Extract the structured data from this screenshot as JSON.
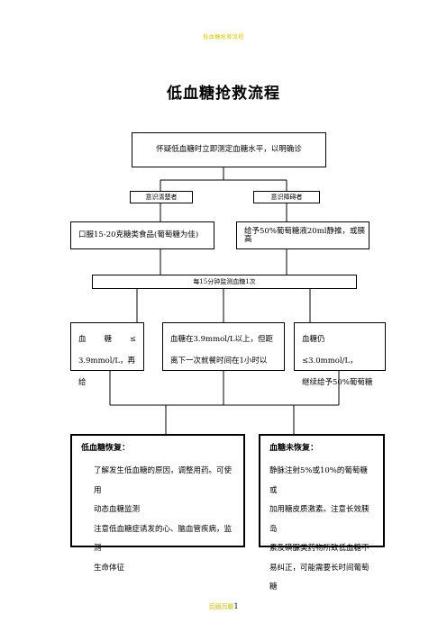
{
  "header_text": "低血糖抢救流程",
  "title": "低血糖抢救流程",
  "step_suspect": "怀疑低血糖时立即测定血糖水平，以明确诊",
  "branch_conscious": "意识清楚者",
  "branch_impaired": "意识障碍者",
  "treat_oral": "口服15-20克糖类食品(葡萄糖为佳)",
  "treat_iv": "给予50%葡萄糖液20ml静推，或胰高",
  "recheck": "每15分钟监测血糖1次",
  "outcomes": {
    "low": {
      "line1_a": "血",
      "line1_b": "糖",
      "line1_c": "≤",
      "line2": "3.9mmol/L，再给"
    },
    "mid": {
      "line1": "血糖在3.9mmol/L以上，但距",
      "line2": "离下一次就餐时间在1小时以"
    },
    "still_low": {
      "line1": "血糖仍≤3.0mmol/L，",
      "line2": "继续给予50%葡萄糖"
    }
  },
  "recovered": {
    "heading": "低血糖恢复：",
    "line1": "了解发生低血糖的原因，调整用药。可使用",
    "line2": "动态血糖监测",
    "line3": "注意低血糖症诱发的心、脑血管疾病，监测",
    "line4": "生命体征"
  },
  "not_recovered": {
    "heading": "血糖未恢复：",
    "line1": "静脉注射5%或10%的葡萄糖或",
    "line2": "加用糖皮质激素。注意长效胰岛",
    "line3": "素及磺脲类药物所致低血糖不",
    "line4": "易纠正，可能需要长时间葡萄糖"
  },
  "footer_text": "页眉页脚",
  "page_number": "1"
}
